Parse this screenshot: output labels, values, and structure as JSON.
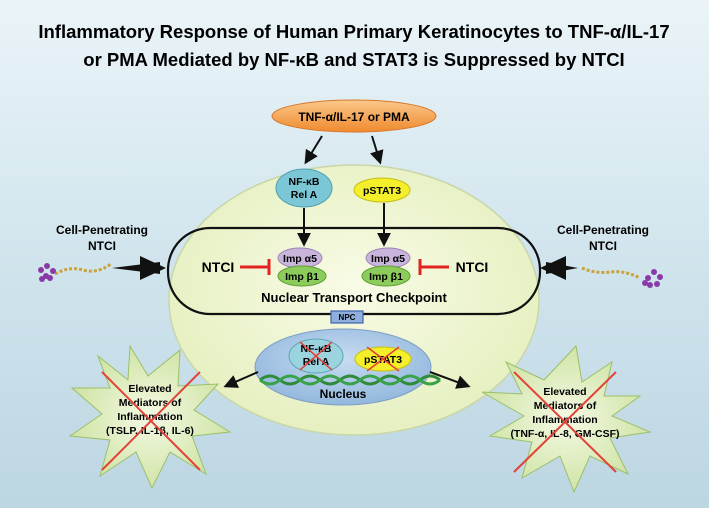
{
  "title": {
    "line1": "Inflammatory Response of Human Primary Keratinocytes to TNF-α/IL-17",
    "line2": "or PMA Mediated by NF-κB and STAT3 is Suppressed by NTCI"
  },
  "stimulus": "TNF-α/IL-17 or PMA",
  "nfkb": {
    "line1": "NF-κB",
    "line2": "Rel A"
  },
  "pstat3": "pSTAT3",
  "left_agent": {
    "line1": "Cell-Penetrating",
    "line2": "NTCI"
  },
  "right_agent": {
    "line1": "Cell-Penetrating",
    "line2": "NTCI"
  },
  "ntci_left": "NTCI",
  "ntci_right": "NTCI",
  "imp_a5_left": "Imp α5",
  "imp_b1_left": "Imp β1",
  "imp_a5_right": "Imp α5",
  "imp_b1_right": "Imp β1",
  "checkpoint": "Nuclear Transport Checkpoint",
  "npc": "NPC",
  "nucleus": {
    "label": "Nucleus",
    "nfkb_line1": "NF-κB",
    "nfkb_line2": "Rel A",
    "pstat3": "pSTAT3"
  },
  "left_burst": {
    "line1": "Elevated",
    "line2": "Mediators of",
    "line3": "Inflammation",
    "line4": "(TSLP, IL-1β, IL-6)"
  },
  "right_burst": {
    "line1": "Elevated",
    "line2": "Mediators of",
    "line3": "Inflammation",
    "line4": "(TNF-α, IL-8, GM-CSF)"
  },
  "colors": {
    "stimulus": "#f0963a",
    "cell": "#eef6cf",
    "nfkb": "#7cc7d6",
    "pstat3": "#f4ef2a",
    "imp_alpha": "#c9b4dc",
    "imp_beta": "#8ccc5a",
    "inhibit": "#e32222",
    "nucleus": "#a6c7e6",
    "burst": "#dcecb6",
    "cross": "#e3423a",
    "bead": "#8a3aa8"
  }
}
